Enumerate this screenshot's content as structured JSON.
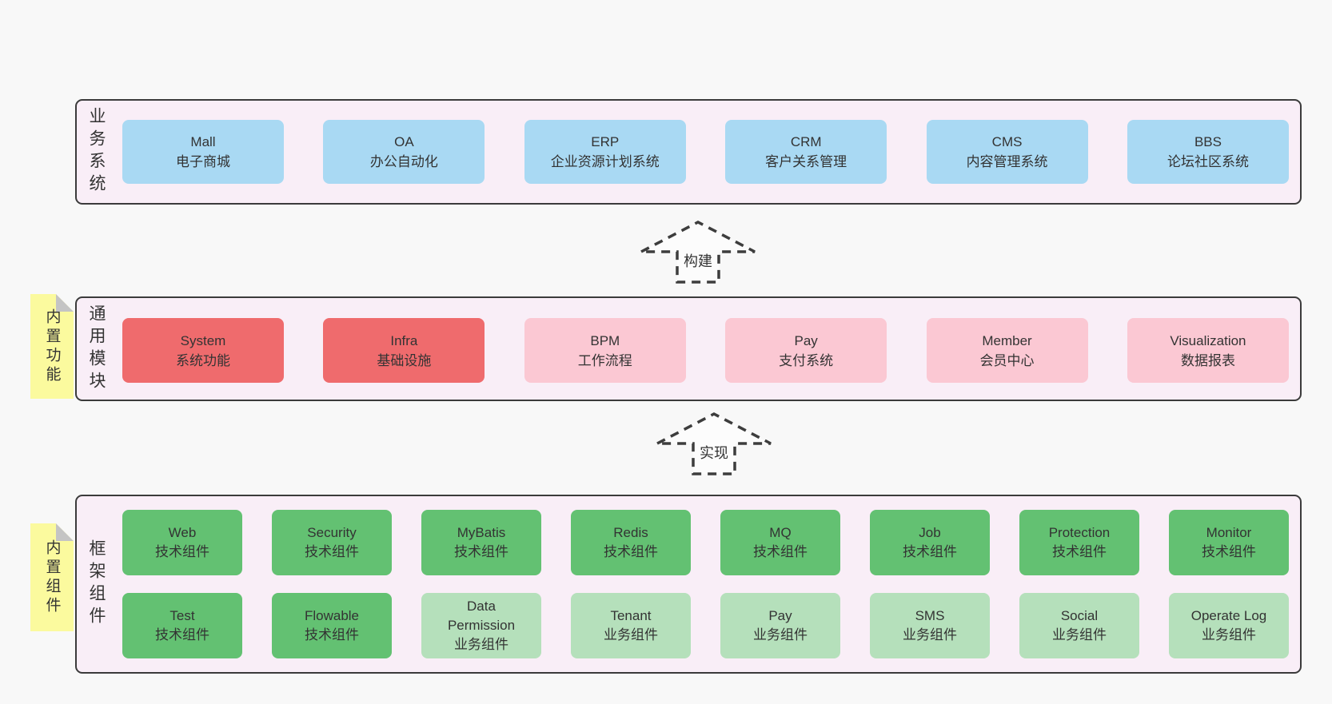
{
  "colors": {
    "page_bg": "#f8f8f8",
    "container_bg": "#f9eef7",
    "container_border": "#3b3b3b",
    "blue_box": "#a9d9f3",
    "red_box": "#ef6b6d",
    "pink_box": "#fbc8d3",
    "green_box": "#63c172",
    "light_green_box": "#b5e0bb",
    "sticky_bg": "#fbfa9e",
    "text": "#333333"
  },
  "sections": {
    "business": {
      "label": "业务系统",
      "boxes": [
        {
          "en": "Mall",
          "zh": "电子商城"
        },
        {
          "en": "OA",
          "zh": "办公自动化"
        },
        {
          "en": "ERP",
          "zh": "企业资源计划系统"
        },
        {
          "en": "CRM",
          "zh": "客户关系管理"
        },
        {
          "en": "CMS",
          "zh": "内容管理系统"
        },
        {
          "en": "BBS",
          "zh": "论坛社区系统"
        }
      ]
    },
    "modules": {
      "label": "通用模块",
      "sticky": "内置功能",
      "boxes": [
        {
          "en": "System",
          "zh": "系统功能"
        },
        {
          "en": "Infra",
          "zh": "基础设施"
        },
        {
          "en": "BPM",
          "zh": "工作流程"
        },
        {
          "en": "Pay",
          "zh": "支付系统"
        },
        {
          "en": "Member",
          "zh": "会员中心"
        },
        {
          "en": "Visualization",
          "zh": "数据报表"
        }
      ]
    },
    "framework": {
      "label": "框架组件",
      "sticky": "内置组件",
      "row1": [
        {
          "en": "Web",
          "zh": "技术组件"
        },
        {
          "en": "Security",
          "zh": "技术组件"
        },
        {
          "en": "MyBatis",
          "zh": "技术组件"
        },
        {
          "en": "Redis",
          "zh": "技术组件"
        },
        {
          "en": "MQ",
          "zh": "技术组件"
        },
        {
          "en": "Job",
          "zh": "技术组件"
        },
        {
          "en": "Protection",
          "zh": "技术组件"
        },
        {
          "en": "Monitor",
          "zh": "技术组件"
        }
      ],
      "row2": [
        {
          "en": "Test",
          "zh": "技术组件"
        },
        {
          "en": "Flowable",
          "zh": "技术组件"
        },
        {
          "en": "Data Permission",
          "zh": "业务组件"
        },
        {
          "en": "Tenant",
          "zh": "业务组件"
        },
        {
          "en": "Pay",
          "zh": "业务组件"
        },
        {
          "en": "SMS",
          "zh": "业务组件"
        },
        {
          "en": "Social",
          "zh": "业务组件"
        },
        {
          "en": "Operate Log",
          "zh": "业务组件"
        }
      ]
    }
  },
  "arrows": {
    "build": "构建",
    "implement": "实现"
  }
}
